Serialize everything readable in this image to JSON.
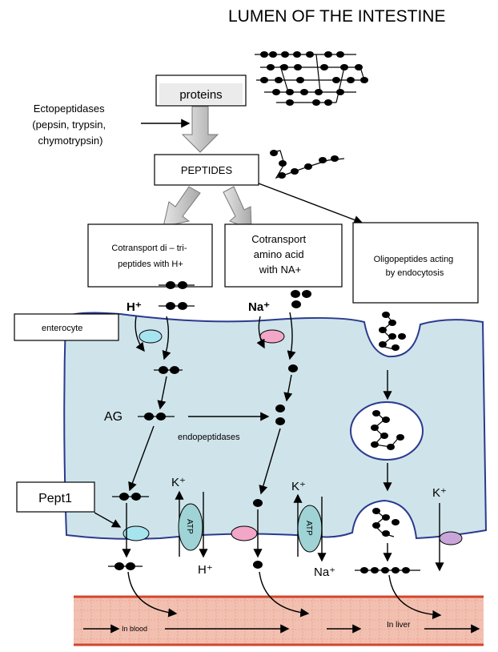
{
  "title": "LUMEN OF THE INTESTINE",
  "boxes": {
    "proteins": "proteins",
    "ectopeptidases": [
      "Ectopeptidases",
      "(pepsin, trypsin,",
      "chymotrypsin)"
    ],
    "peptides": "PEPTIDES",
    "cotransport_di": [
      "Cotransport  di – tri-",
      "peptides with H+"
    ],
    "cotransport_aa": [
      "Cotransport",
      "amino acid",
      "with NA+"
    ],
    "oligopeptides": [
      "Oligopeptides acting",
      "by endocytosis"
    ],
    "enterocyte": "enterocyte",
    "pept1": "Pept1"
  },
  "ions": {
    "h_top": "H⁺",
    "na_top": "Na⁺",
    "k_left": "K⁺",
    "k_mid": "K⁺",
    "k_right": "K⁺",
    "h_bottom": "H⁺",
    "na_bottom": "Na⁺",
    "atp": "ATP"
  },
  "labels": {
    "ag": "AG",
    "endopeptidases": "endopeptidases",
    "in_blood": "In blood",
    "in_liver": "In liver"
  },
  "colors": {
    "cell_fill": "#cfe4ea",
    "cell_border": "#2b3a8f",
    "channel_cyan": "#a6e4f0",
    "channel_pink": "#f2a6c8",
    "channel_purple": "#c9a6d9",
    "atp_fill": "#9fd3d6",
    "vessel_fill": "#f2c0b0",
    "vessel_border": "#d2452d",
    "gray_arrow": "#bdbdbd"
  }
}
